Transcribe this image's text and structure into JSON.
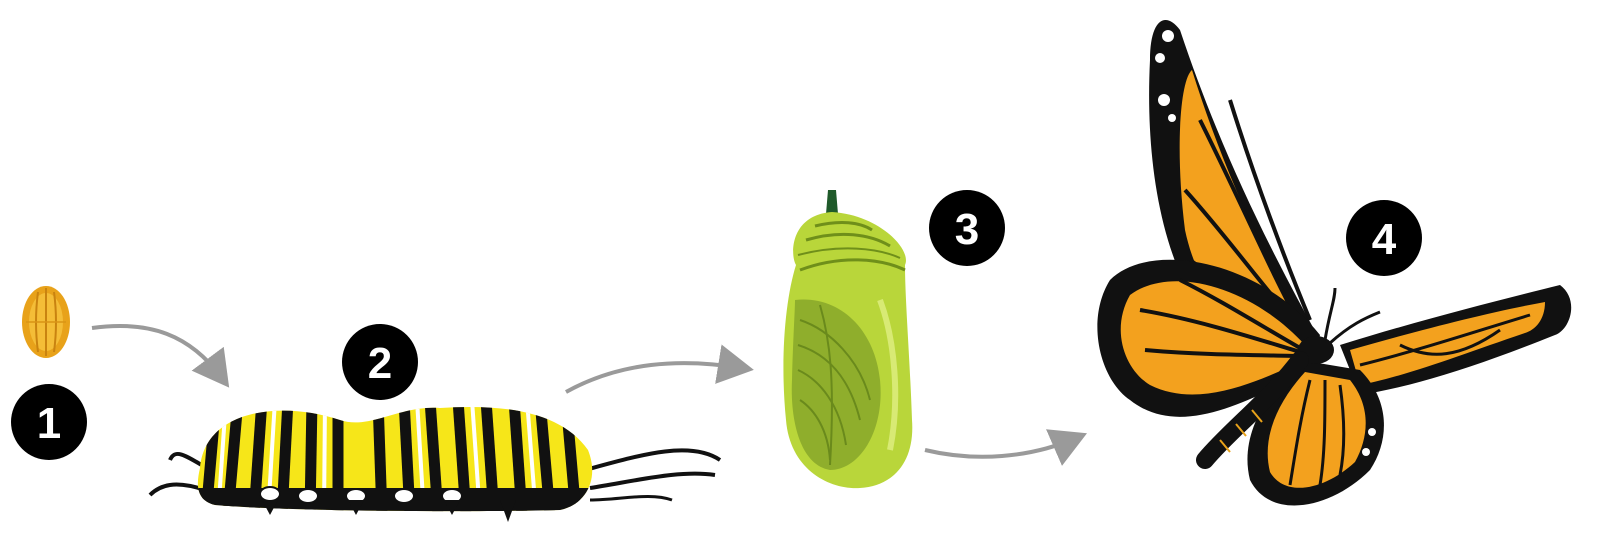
{
  "diagram": {
    "type": "life-cycle",
    "stages": [
      {
        "number": "1",
        "name": "egg-stage"
      },
      {
        "number": "2",
        "name": "caterpillar-stage"
      },
      {
        "number": "3",
        "name": "chrysalis-stage"
      },
      {
        "number": "4",
        "name": "butterfly-stage"
      }
    ],
    "colors": {
      "badge": "#000000",
      "badge_text": "#ffffff",
      "arrow": "#9a9a9a",
      "egg": "#e8a21a",
      "caterpillar_yellow": "#f6e619",
      "caterpillar_black": "#111111",
      "chrysalis": "#b9d63a",
      "chrysalis_dark": "#7d9a1e",
      "wing_orange": "#f3a11e",
      "wing_black": "#111111"
    }
  }
}
